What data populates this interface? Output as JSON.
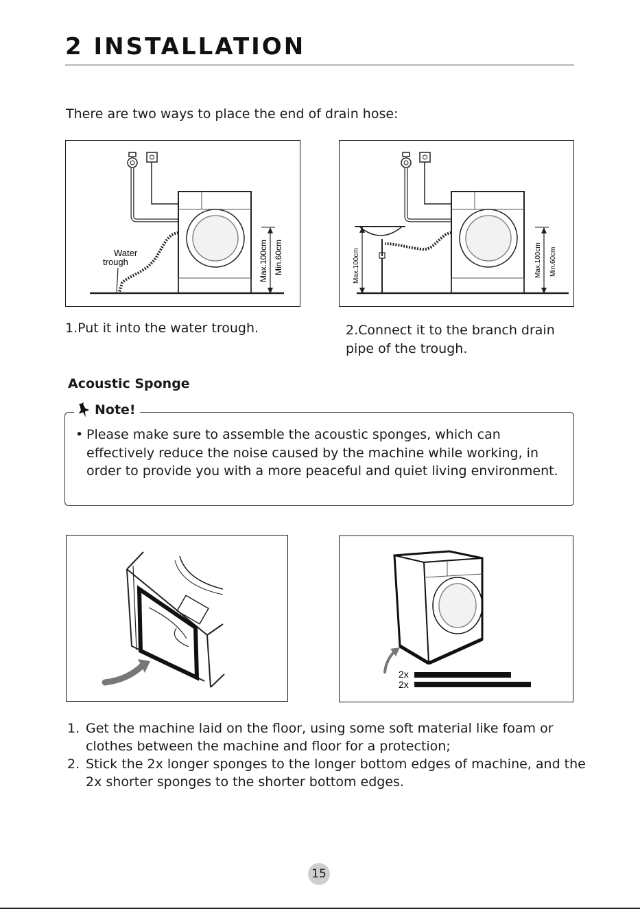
{
  "header": {
    "title": "2  INSTALLATION"
  },
  "intro": "There are two ways to place the end of drain hose:",
  "figures": {
    "fig1": {
      "label_water": "Water",
      "label_trough": "trough",
      "max": "Max.100cm",
      "min": "Min.60cm"
    },
    "fig2": {
      "max_left": "Max.100cm",
      "max_right": "Max.100cm",
      "min": "Min.60cm"
    },
    "fig4": {
      "count1": "2x",
      "count2": "2x"
    }
  },
  "captions": {
    "fig1": "1.Put it into the water trough.",
    "fig2": "2.Connect it to the branch drain pipe of  the trough."
  },
  "acoustic": {
    "heading": "Acoustic Sponge",
    "note_label": "Note!",
    "note_text": "Please make sure to assemble the acoustic sponges, which can effectively reduce the noise caused by the machine while working, in order to provide you with a more peaceful and quiet living environment."
  },
  "steps": [
    {
      "num": "1.",
      "text": "Get the machine laid on the floor, using some soft material like foam or clothes between the machine and floor for a protection;"
    },
    {
      "num": "2.",
      "text": "Stick the 2x longer sponges to the longer bottom edges of machine, and the 2x shorter sponges to the shorter bottom edges."
    }
  ],
  "footer": {
    "page_number": "15"
  },
  "icons": {
    "note": "pushpin-icon",
    "outlet": "power-outlet-icon",
    "tap": "water-tap-icon",
    "arrow": "curved-arrow-icon"
  }
}
